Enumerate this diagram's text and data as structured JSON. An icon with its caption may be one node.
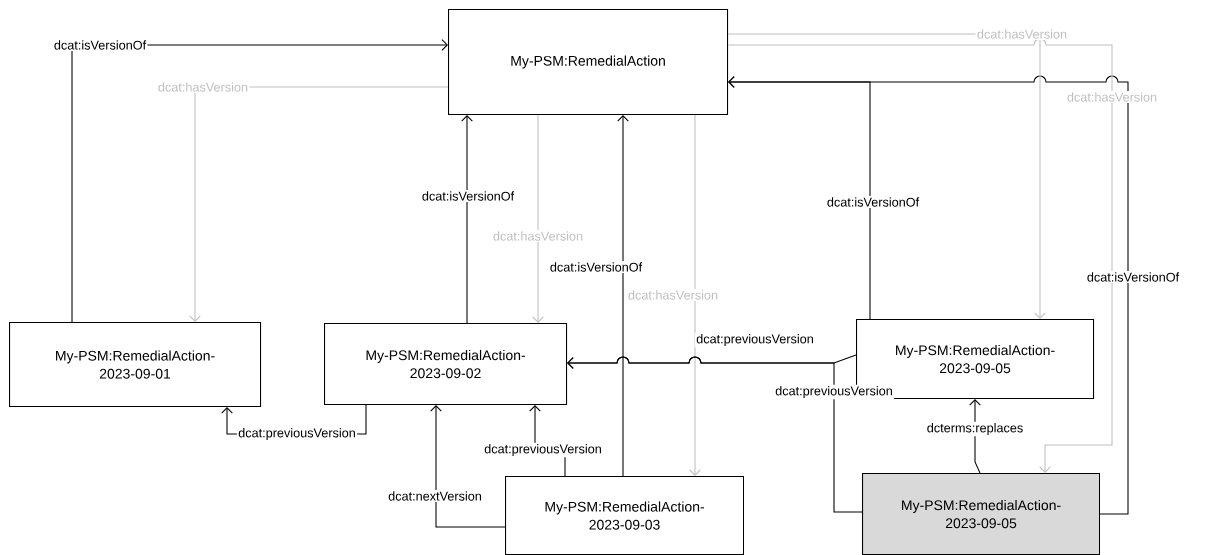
{
  "diagram": {
    "nodes": [
      {
        "text": [
          "My-PSM:RemedialAction"
        ]
      },
      {
        "text": [
          "My-PSM:RemedialAction-2023-09-01"
        ]
      },
      {
        "text": [
          "My-PSM:RemedialAction-2023-09-02"
        ]
      },
      {
        "text": [
          "My-PSM:RemedialAction-2023-09-03"
        ]
      },
      {
        "text": [
          "My-PSM:RemedialAction-2023-09-05"
        ]
      },
      {
        "text": [
          "My-PSM:RemedialAction-2023-09-05"
        ]
      }
    ],
    "edges": [
      {
        "from": 1,
        "to": 0,
        "arrow": "to",
        "label": "dcat:isVersionOf"
      },
      {
        "from": 0,
        "to": 1,
        "arrow": "to",
        "label": "dcat:hasVersion",
        "color": "#bfbfbf"
      },
      {
        "from": 2,
        "to": 0,
        "arrow": "to",
        "label": "dcat:isVersionOf"
      },
      {
        "from": 0,
        "to": 2,
        "arrow": "to",
        "label": "dcat:hasVersion",
        "color": "#bfbfbf"
      },
      {
        "from": 3,
        "to": 0,
        "arrow": "to",
        "label": "dcat:isVersionOf"
      },
      {
        "from": 0,
        "to": 3,
        "arrow": "to",
        "label": "dcat:hasVersion",
        "color": "#bfbfbf"
      },
      {
        "from": 4,
        "to": 0,
        "arrow": "to",
        "label": "dcat:isVersionOf"
      },
      {
        "from": 5,
        "to": 0,
        "arrow": "to",
        "label": "dcat:isVersionOf"
      },
      {
        "from": 0,
        "to": 4,
        "arrow": "to",
        "label": "dcat:hasVersion",
        "color": "#bfbfbf"
      },
      {
        "from": 0,
        "to": 5,
        "arrow": "to",
        "label": "dcat:hasVersion",
        "color": "#bfbfbf"
      },
      {
        "from": 4,
        "to": 2,
        "arrow": "to",
        "label": "dcat:previousVersion"
      },
      {
        "from": 5,
        "to": 2,
        "arrow": "to",
        "label": "dcat:previousVersion"
      },
      {
        "from": 5,
        "to": 4,
        "arrow": "to",
        "label": "dcterms:replaces"
      },
      {
        "from": 3,
        "to": 2,
        "arrow": "to",
        "label": "dcat:previousVersion"
      },
      {
        "from": 3,
        "to": 2,
        "arrow": "to",
        "label": "dcat:nextVersion"
      },
      {
        "from": 2,
        "to": 1,
        "arrow": "to",
        "label": "dcat:previousVersion"
      }
    ]
  }
}
